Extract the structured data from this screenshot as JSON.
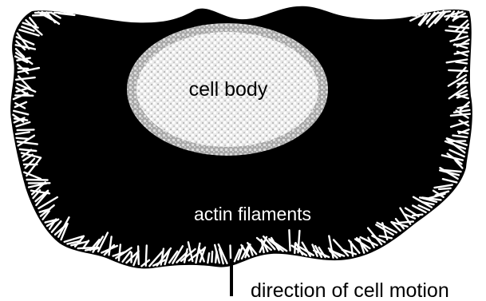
{
  "diagram": {
    "labels": {
      "cell_body": "cell body",
      "actin": "actin filaments",
      "motion": "direction of cell motion"
    },
    "colors": {
      "cell": "#000000",
      "nucleus_fill": "#e6e6e6",
      "nucleus_rim": "#b4b4b4",
      "filaments": "#ffffff",
      "background": "#ffffff"
    }
  }
}
